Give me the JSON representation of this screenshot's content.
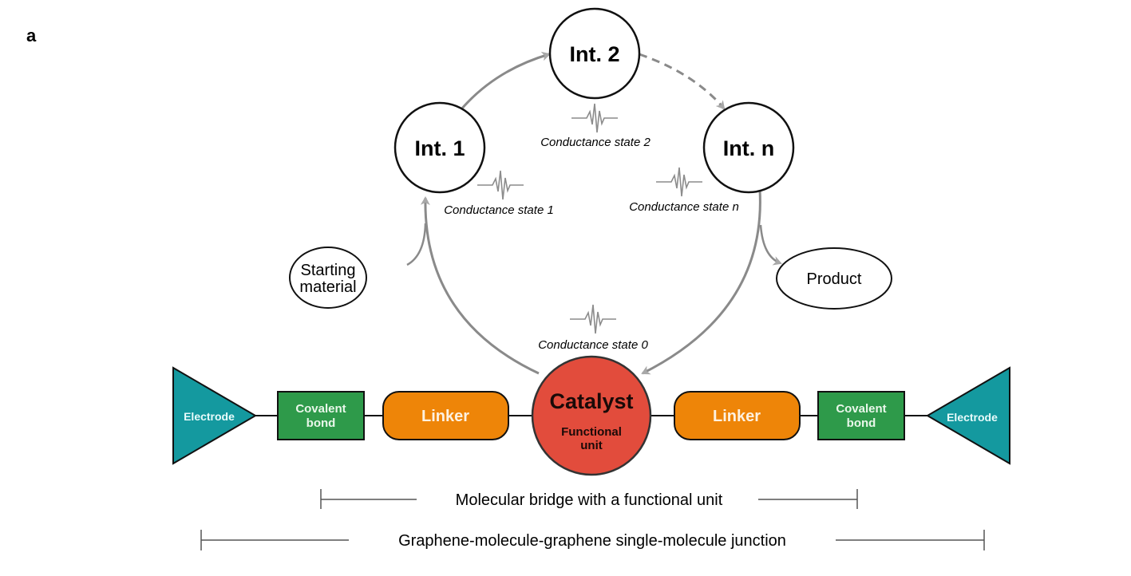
{
  "panel_label": "a",
  "intermediates": [
    {
      "label": "Int. 1"
    },
    {
      "label": "Int. 2"
    },
    {
      "label": "Int. n"
    }
  ],
  "reactant": {
    "line1": "Starting",
    "line2": "material"
  },
  "product": {
    "label": "Product"
  },
  "conductance_states": [
    {
      "label": "Conductance state 0"
    },
    {
      "label": "Conductance state 1"
    },
    {
      "label": "Conductance state 2"
    },
    {
      "label": "Conductance state n"
    }
  ],
  "junction": {
    "left_electrode": "Electrode",
    "left_bond": {
      "line1": "Covalent",
      "line2": "bond"
    },
    "left_linker": "Linker",
    "catalyst": {
      "title": "Catalyst",
      "line1": "Functional",
      "line2": "unit"
    },
    "right_linker": "Linker",
    "right_bond": {
      "line1": "Covalent",
      "line2": "bond"
    },
    "right_electrode": "Electrode"
  },
  "spans": {
    "bridge": "Molecular bridge with a functional unit",
    "junction": "Graphene-molecule-graphene single-molecule junction"
  },
  "colors": {
    "electrode": "#14999f",
    "bond": "#2e9a4a",
    "linker": "#ee8508",
    "catalyst": "#e24c3c",
    "arrow": "#8a8a8a",
    "signal": "#8c8c8c"
  }
}
